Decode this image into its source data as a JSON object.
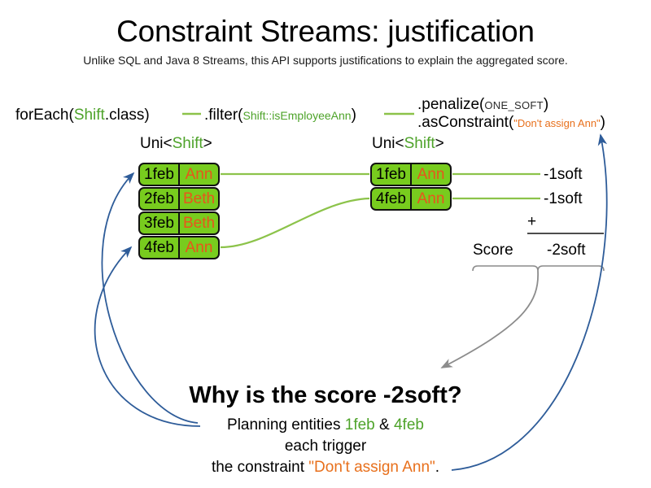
{
  "slide": {
    "title": "Constraint Streams: justification",
    "subtitle": "Unlike SQL and Java 8 Streams, this API supports justifications to explain the aggregated score.",
    "background": "#ffffff"
  },
  "colors": {
    "type_green": "#4ea32a",
    "card_green": "#78cc1e",
    "name_orange": "#e8551c",
    "string_orange": "#e8701c",
    "connector_green": "#8cc34a",
    "arrow_blue": "#2e5c99",
    "brace_gray": "#8c8c8c",
    "text_black": "#000000"
  },
  "pipeline": {
    "steps": [
      {
        "id": "foreach",
        "method": "forEach(",
        "arg_type": "Shift",
        "arg_tail": ".class)"
      },
      {
        "id": "filter",
        "method": ".filter(",
        "arg_ref": "Shift::isEmployeeAnn",
        "arg_tail": ")"
      }
    ],
    "terminal": {
      "penalize_method": ".penalize(",
      "penalize_const": "ONE_SOFT",
      "penalize_tail": ")",
      "as_constraint_method": ".asConstraint(",
      "as_constraint_string": "\"Don't assign Ann\"",
      "as_constraint_tail": ")"
    },
    "stream_labels": [
      {
        "id": "left",
        "prefix": "Uni<",
        "type": "Shift",
        "suffix": ">"
      },
      {
        "id": "right",
        "prefix": "Uni<",
        "type": "Shift",
        "suffix": ">"
      }
    ]
  },
  "cards": {
    "left": [
      {
        "date": "1feb",
        "name": "Ann"
      },
      {
        "date": "2feb",
        "name": "Beth"
      },
      {
        "date": "3feb",
        "name": "Beth"
      },
      {
        "date": "4feb",
        "name": "Ann"
      }
    ],
    "right": [
      {
        "date": "1feb",
        "name": "Ann"
      },
      {
        "date": "4feb",
        "name": "Ann"
      }
    ]
  },
  "score": {
    "impacts": [
      "-1soft",
      "-1soft"
    ],
    "operator": "+",
    "label": "Score",
    "total": "-2soft"
  },
  "justification": {
    "heading": "Why is the score -2soft?",
    "line1_prefix": "Planning entities ",
    "line1_entity_a": "1feb",
    "line1_amp": " & ",
    "line1_entity_b": "4feb",
    "line2": "each trigger",
    "line3_prefix": "the constraint ",
    "line3_constraint": "\"Don't assign Ann\"",
    "line3_suffix": "."
  }
}
